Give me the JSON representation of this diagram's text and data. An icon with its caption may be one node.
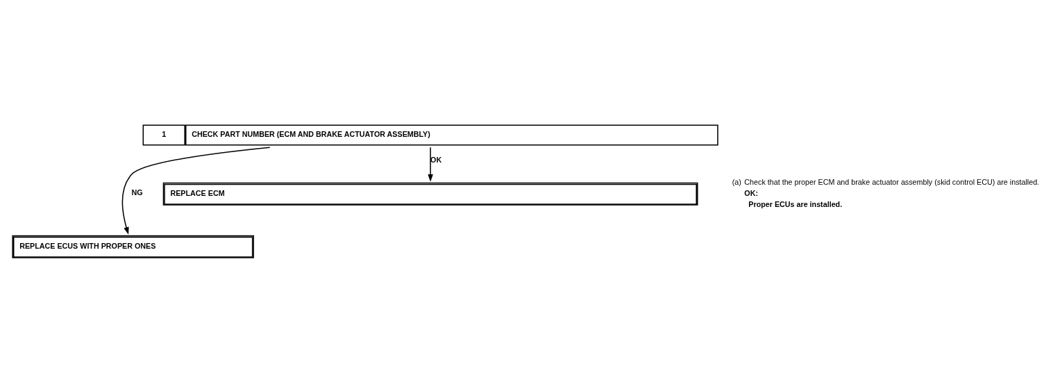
{
  "diagram": {
    "nodes": [
      {
        "text": [
          "1",
          "CHECK PART NUMBER (ECM AND BRAKE ACTUATOR ASSEMBLY)"
        ]
      },
      {
        "text": [
          "REPLACE ECUS WITH PROPER ONES"
        ]
      },
      {
        "text": [
          "REPLACE ECM"
        ]
      }
    ],
    "edges": [
      {
        "from": 0,
        "to": 1,
        "arrow": "to",
        "label": "NG"
      },
      {
        "from": 0,
        "to": 2,
        "arrow": "to",
        "label": "OK"
      }
    ],
    "labels": [
      "(a)",
      "Check that the proper ECM and brake actuator assembly (skid control ECU) are installed.",
      "OK:",
      "Proper ECUs are installed."
    ]
  }
}
